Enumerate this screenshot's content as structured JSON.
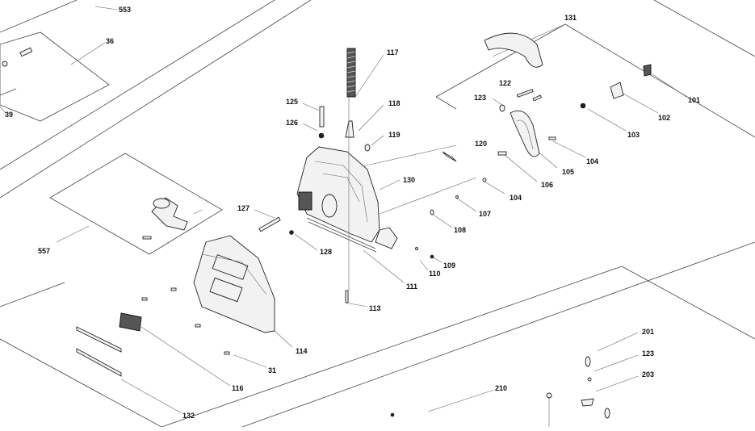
{
  "diagram": {
    "labels": {
      "p553": "553",
      "p36": "36",
      "p39": "39",
      "p557": "557",
      "p127": "127",
      "p125": "125",
      "p126": "126",
      "p117": "117",
      "p118": "118",
      "p119": "119",
      "p130": "130",
      "p120": "120",
      "p131": "131",
      "p122": "122",
      "p123a": "123",
      "p101": "101",
      "p102": "102",
      "p103": "103",
      "p104a": "104",
      "p105": "105",
      "p106": "106",
      "p104b": "104",
      "p107": "107",
      "p108": "108",
      "p128": "128",
      "p109": "109",
      "p110": "110",
      "p111": "111",
      "p113": "113",
      "p114": "114",
      "p31": "31",
      "p116": "116",
      "p132": "132",
      "p210": "210",
      "p201": "201",
      "p123b": "123",
      "p203": "203"
    }
  }
}
